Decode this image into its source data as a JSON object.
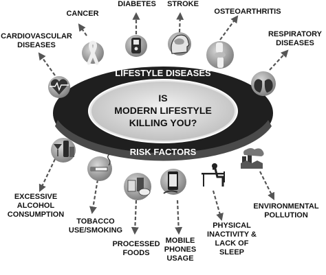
{
  "center": {
    "line1": "IS",
    "line2": "MODERN LIFESTYLE",
    "line3": "KILLING YOU?"
  },
  "bands": {
    "top": "LIFESTYLE DISEASES",
    "bottom": "RISK FACTORS"
  },
  "diseases": {
    "cancer": "CANCER",
    "diabetes": "DIABETES",
    "stroke": "STROKE",
    "osteoarthritis": "OSTEOARTHRITIS",
    "cardiovascular": "CARDIOVASCULAR\nDISEASES",
    "respiratory": "RESPIRATORY\nDISEASES"
  },
  "risk_factors": {
    "alcohol": "EXCESSIVE\nALCOHOL\nCONSUMPTION",
    "tobacco": "TOBACCO\nUSE/SMOKING",
    "processed_foods": "PROCESSED\nFOODS",
    "mobile_phones": "MOBILE\nPHONES\nUSAGE",
    "physical_inactivity": "PHYSICAL\nINACTIVITY &\nLACK OF\nSLEEP",
    "environmental": "ENVIRONMENTAL\nPOLLUTION"
  },
  "icons": {
    "cancer": "awareness-ribbon-icon",
    "diabetes": "glucose-meter-icon",
    "stroke": "brain-head-icon",
    "osteoarthritis": "knee-joint-icon",
    "cardiovascular": "heart-pulse-icon",
    "respiratory": "lungs-icon",
    "alcohol": "alcohol-drinks-icon",
    "tobacco": "cigarette-icon",
    "processed_foods": "processed-foods-icon",
    "mobile_phones": "mobile-phone-icon",
    "physical_inactivity": "desk-sitting-icon",
    "environmental": "factory-smoke-icon"
  },
  "colors": {
    "dark_band": "#1f1f1f",
    "center_fill": "#d6d6d6",
    "icon_disk": "#8c8c8c",
    "arrow": "#555555"
  }
}
